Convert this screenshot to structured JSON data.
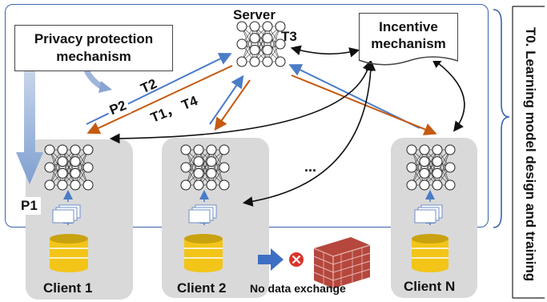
{
  "server": {
    "label": "Server",
    "step": "T3"
  },
  "privacy": {
    "line1": "Privacy protection",
    "line2": "mechanism",
    "p1": "P1",
    "p2": "P2"
  },
  "incentive": {
    "line1": "Incentive",
    "line2": "mechanism"
  },
  "steps": {
    "t2": "T2",
    "t1_t4": "T1， T4"
  },
  "ellipsis": "...",
  "clients": [
    {
      "label": "Client 1"
    },
    {
      "label": "Client 2"
    },
    {
      "label": "Client N"
    }
  ],
  "no_exchange": "No data exchange",
  "side_label": "T0. Learning model design and training",
  "colors": {
    "upload": "#4a7cc7",
    "download": "#c55a11",
    "frame": "#3a63a8",
    "client_bg": "#d9d9d9",
    "db": "#f2c518",
    "wall": "#b5473d"
  }
}
